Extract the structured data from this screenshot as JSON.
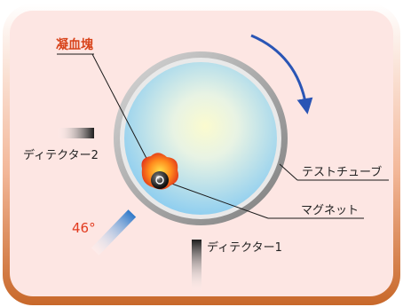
{
  "labels": {
    "clot": "凝血塊",
    "test_tube": "テストチューブ",
    "magnet": "マグネット",
    "detector_1": "ディテクター1",
    "detector_2": "ディテクター2",
    "angle": "46°"
  },
  "colors": {
    "frame_outer": "#c8682a",
    "panel_bg": "#fde6e3",
    "tube_ring": "#8e8e8e",
    "liquid_center": "#f7f6c2",
    "liquid_edge": "#7fc8ef",
    "rotation_arrow": "#2a55b5",
    "clot_label": "#d8431a",
    "angle_label": "#e23b1f",
    "leader_line": "#1a1a1a",
    "text": "#222222"
  },
  "icons": {
    "rotation": "clockwise-arrow-icon",
    "detector": "gradient-bar-icon",
    "magnet": "magnet-ball-icon"
  }
}
